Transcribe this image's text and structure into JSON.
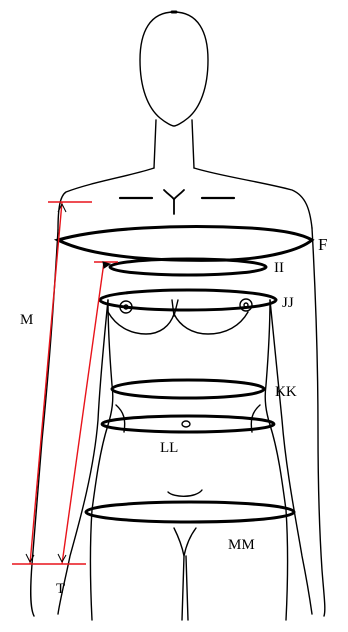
{
  "diagram": {
    "labels": {
      "F": "F",
      "II": "II",
      "JJ": "JJ",
      "KK": "KK",
      "LL": "LL",
      "MM": "MM",
      "M": "M",
      "T": "T"
    },
    "colors": {
      "outline": "#000000",
      "measure_line": "#e8141b",
      "background": "#ffffff"
    }
  }
}
